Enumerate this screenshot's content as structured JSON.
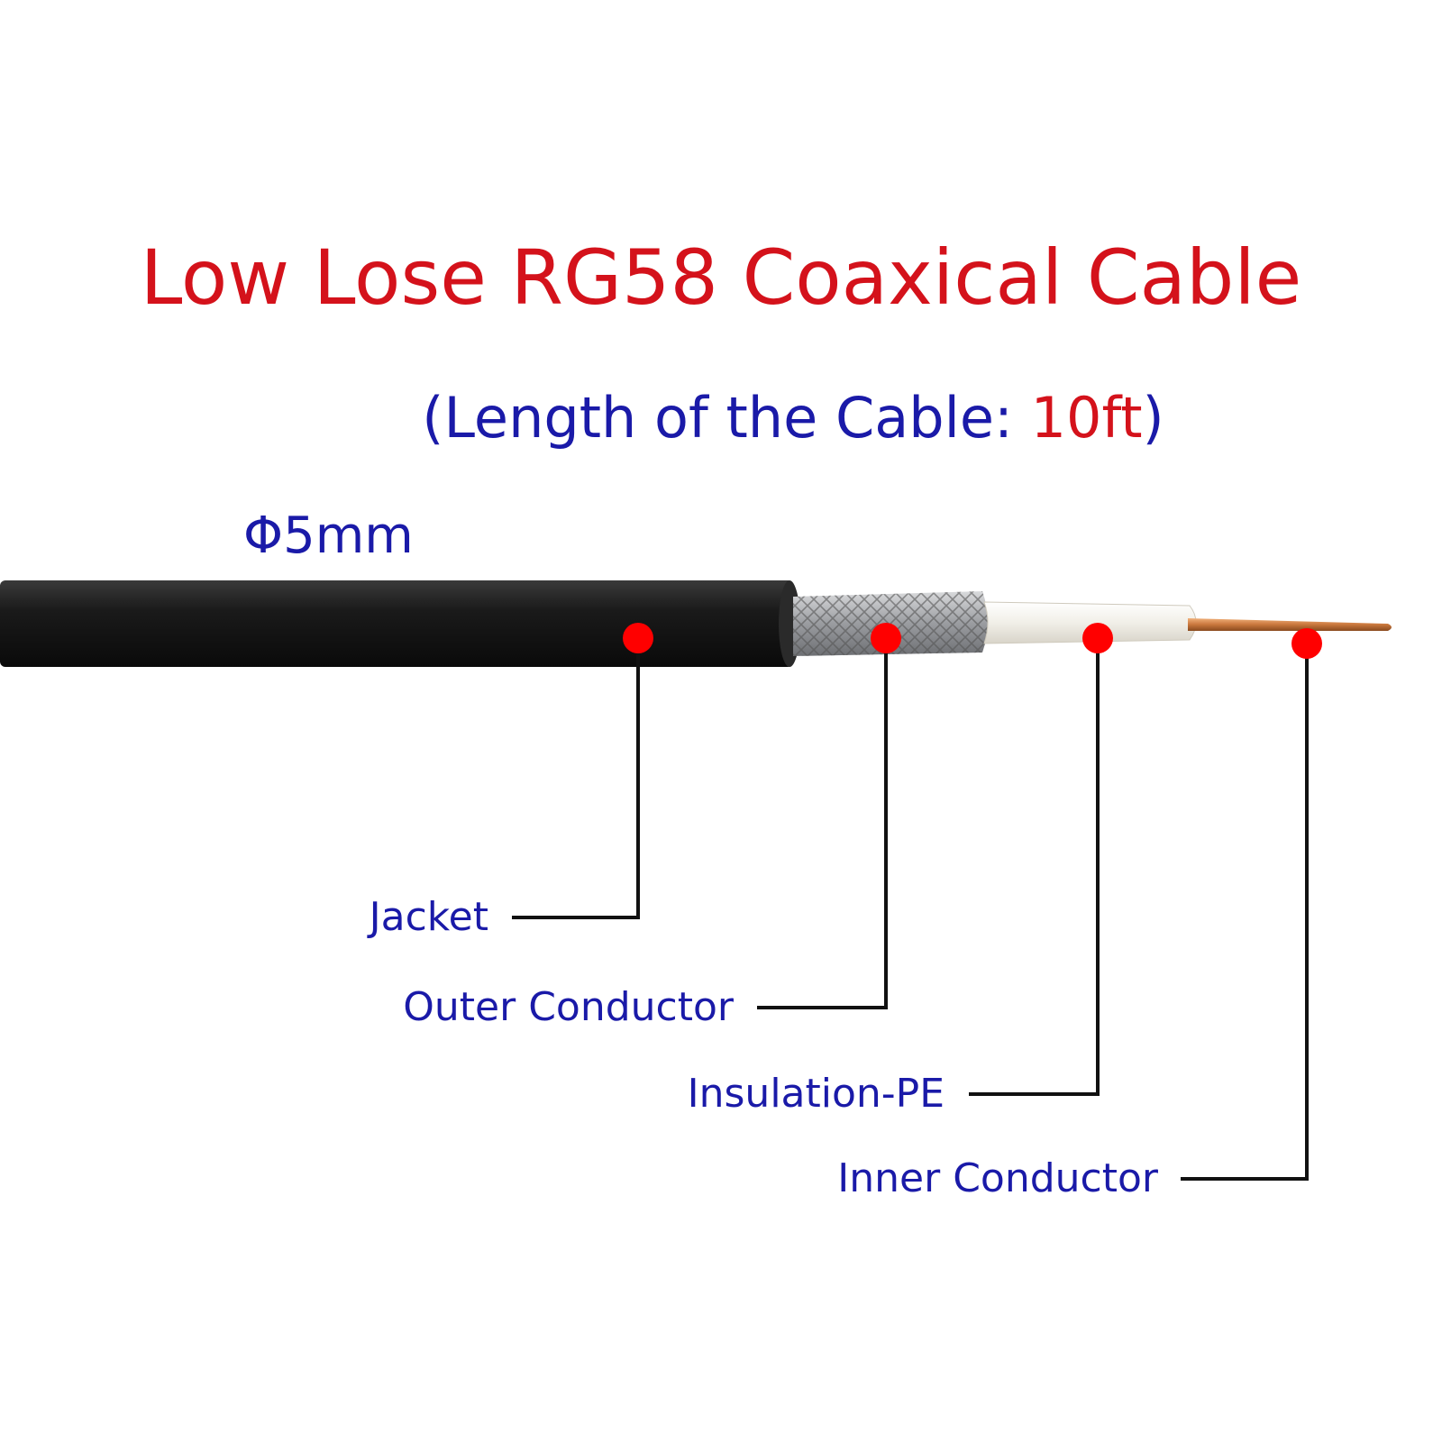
{
  "title": "Low Lose RG58 Coaxical Cable",
  "subtitle": {
    "prefix": "(Length of the Cable: ",
    "value": "10ft",
    "suffix": ")"
  },
  "diameter": "Φ5mm",
  "labels": {
    "jacket": "Jacket",
    "outer_conductor": "Outer Conductor",
    "insulation": "Insulation-PE",
    "inner_conductor": "Inner Conductor"
  },
  "colors": {
    "title": "#d4121b",
    "text_blue": "#1a1aa8",
    "highlight_red": "#d4121b",
    "marker": "#ff0000",
    "leader": "#111111",
    "jacket": "#1c1c1c",
    "braid": "#a9abaf",
    "insulation": "#f2f0ea",
    "copper": "#c9773d"
  }
}
